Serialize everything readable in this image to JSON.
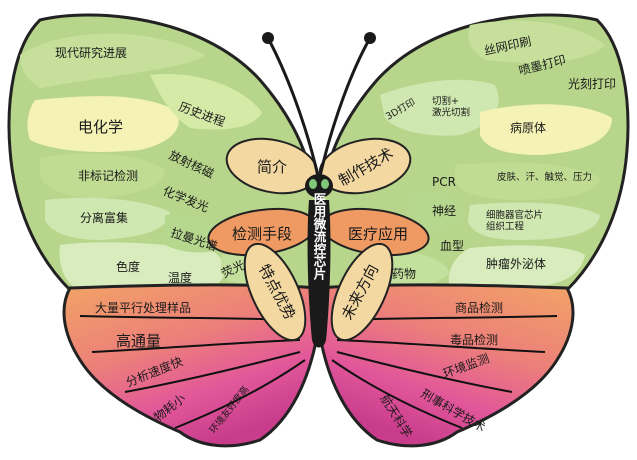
{
  "body_label": "医用微流控芯片",
  "center_petals": [
    {
      "key": "intro",
      "label": "简介"
    },
    {
      "key": "detection",
      "label": "检测手段"
    },
    {
      "key": "features",
      "label": "特点优势"
    },
    {
      "key": "fabrication",
      "label": "制作技术"
    },
    {
      "key": "medical",
      "label": "医疗应用"
    },
    {
      "key": "future",
      "label": "未来方向"
    }
  ],
  "left_upper_wing": [
    {
      "key": "modern",
      "label": "现代研究进展"
    },
    {
      "key": "history",
      "label": "历史进程"
    },
    {
      "key": "electrochem",
      "label": "电化学"
    },
    {
      "key": "nmr",
      "label": "放射核磁"
    },
    {
      "key": "labelfree",
      "label": "非标记检测"
    },
    {
      "key": "chemilum",
      "label": "化学发光"
    },
    {
      "key": "separation",
      "label": "分离富集"
    },
    {
      "key": "raman",
      "label": "拉曼光谱"
    },
    {
      "key": "colorimetry",
      "label": "色度"
    },
    {
      "key": "temperature",
      "label": "温度"
    },
    {
      "key": "fluorescence",
      "label": "荧光"
    }
  ],
  "left_lower_wing": [
    {
      "key": "parallel",
      "label": "大量平行处理样品"
    },
    {
      "key": "throughput",
      "label": "高通量"
    },
    {
      "key": "fast",
      "label": "分析速度快"
    },
    {
      "key": "lowconsumption",
      "label": "物耗小"
    },
    {
      "key": "eco",
      "label": "环境友好度高"
    }
  ],
  "right_upper_wing": [
    {
      "key": "silkscreen",
      "label": "丝网印刷"
    },
    {
      "key": "inkjet",
      "label": "喷墨打印"
    },
    {
      "key": "print3d",
      "label": "3D打印"
    },
    {
      "key": "cutting",
      "label": "切割+\n激光切割"
    },
    {
      "key": "lithography",
      "label": "光刻打印"
    },
    {
      "key": "pathogen",
      "label": "病原体"
    },
    {
      "key": "pcr",
      "label": "PCR"
    },
    {
      "key": "sweat",
      "label": "皮肤、汗、触觉、压力"
    },
    {
      "key": "neural",
      "label": "神经"
    },
    {
      "key": "organchip",
      "label": "细胞器官芯片\n组织工程"
    },
    {
      "key": "blood",
      "label": "血型"
    },
    {
      "key": "drug",
      "label": "药物"
    },
    {
      "key": "tumor",
      "label": "肿瘤外泌体"
    }
  ],
  "right_lower_wing": [
    {
      "key": "commodity",
      "label": "商品检测"
    },
    {
      "key": "narcotics",
      "label": "毒品检测"
    },
    {
      "key": "environment",
      "label": "环境监测"
    },
    {
      "key": "forensic",
      "label": "刑事科学技术"
    },
    {
      "key": "aerospace",
      "label": "航天科学"
    }
  ],
  "colors": {
    "wing_light": "#cfe6a6",
    "wing_mid": "#b5d48a",
    "wing_edge": "#a8c977",
    "wing_yellow": "#f6f3b3",
    "petal": "#f3d8a2",
    "petal_orange": "#ee9a62",
    "lower_orange": "#ef9a64",
    "lower_pink": "#e65c93",
    "lower_magenta": "#d23d86",
    "body": "#1a1a1a"
  }
}
